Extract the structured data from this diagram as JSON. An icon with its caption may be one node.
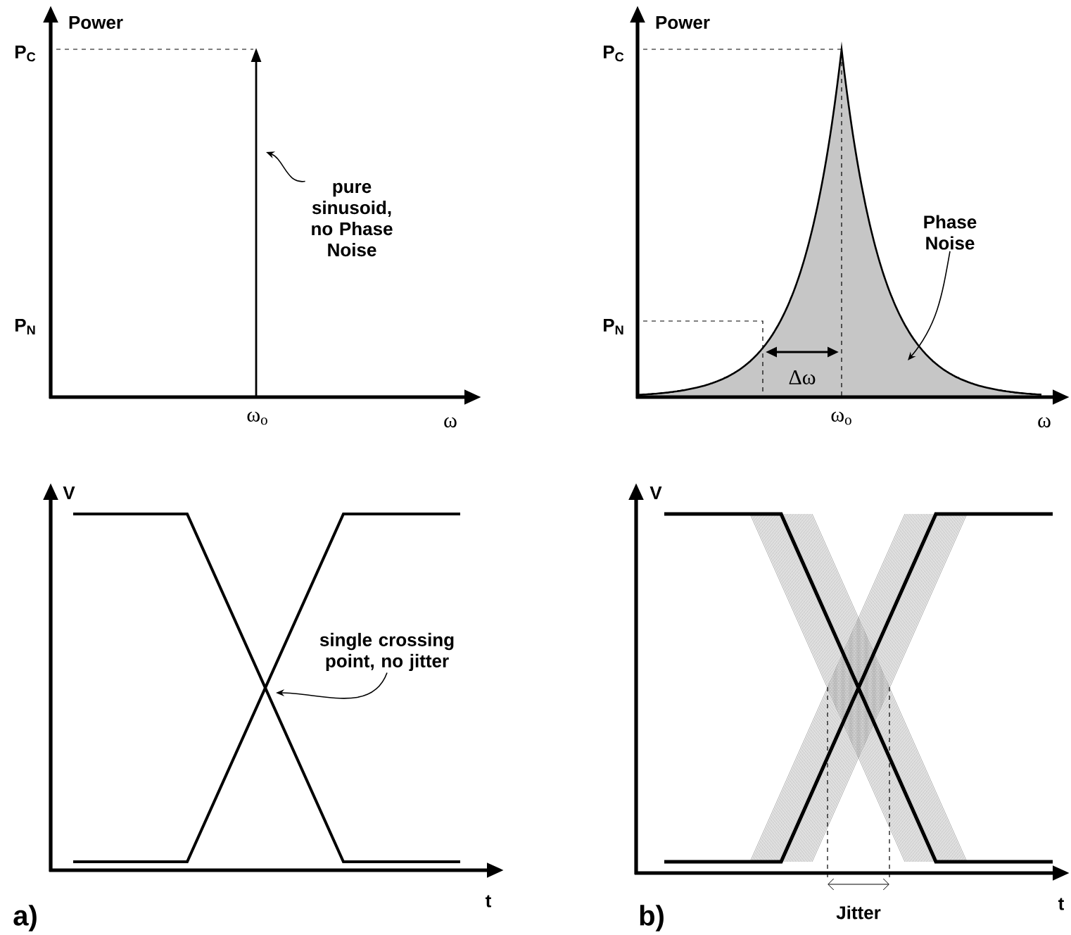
{
  "diagram": {
    "nodes": [
      {
        "text": [
          "pure sinusoid, no Phase Noise"
        ]
      },
      {
        "text": [
          "Phase Noise"
        ]
      },
      {
        "text": [
          "single crossing point, no jitter"
        ]
      }
    ],
    "edges": [
      {
        "from": 0,
        "to": null,
        "arrow": "to"
      },
      {
        "from": 1,
        "to": null,
        "arrow": "to"
      },
      {
        "from": 2,
        "to": null,
        "arrow": "to"
      }
    ],
    "labels": [
      "Power",
      "P$_{C}$",
      "P$_{N}$",
      "ω$_{o}$",
      "ω",
      "Power",
      "P$_{C}$",
      "P$_{N}$",
      "Δω",
      "ω$_{o}$",
      "ω",
      "V",
      "t",
      "a)",
      "V",
      "t",
      "b)",
      "Jitter"
    ]
  }
}
